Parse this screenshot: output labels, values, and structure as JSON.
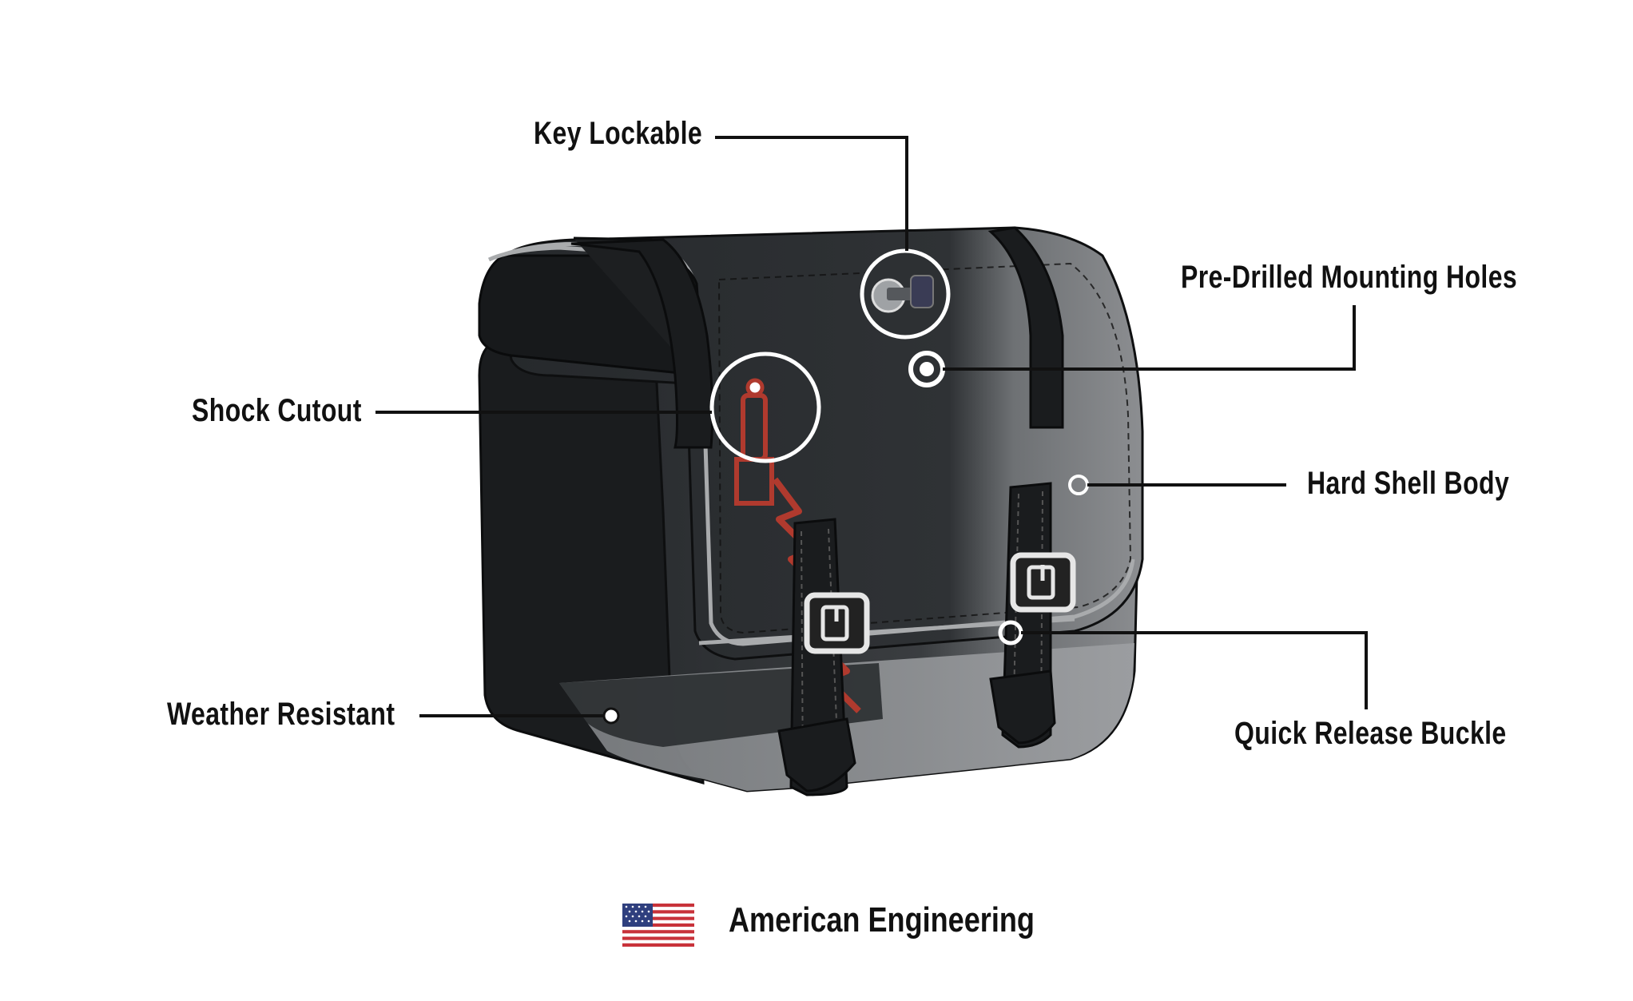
{
  "callouts": {
    "key_lockable": "Key Lockable",
    "pre_drilled": "Pre-Drilled Mounting Holes",
    "shock_cutout": "Shock Cutout",
    "hard_shell": "Hard Shell Body",
    "weather_resistant": "Weather Resistant",
    "quick_release": "Quick Release Buckle"
  },
  "footer": {
    "label": "American Engineering",
    "flag_icon": "us-flag-icon"
  },
  "colors": {
    "leather_dark": "#1b1d1f",
    "leather_mid": "#2d3033",
    "shell_grey": "#6f7275",
    "piping": "#a7a9ab",
    "shock_red": "#b03a2e",
    "line": "#111111"
  }
}
